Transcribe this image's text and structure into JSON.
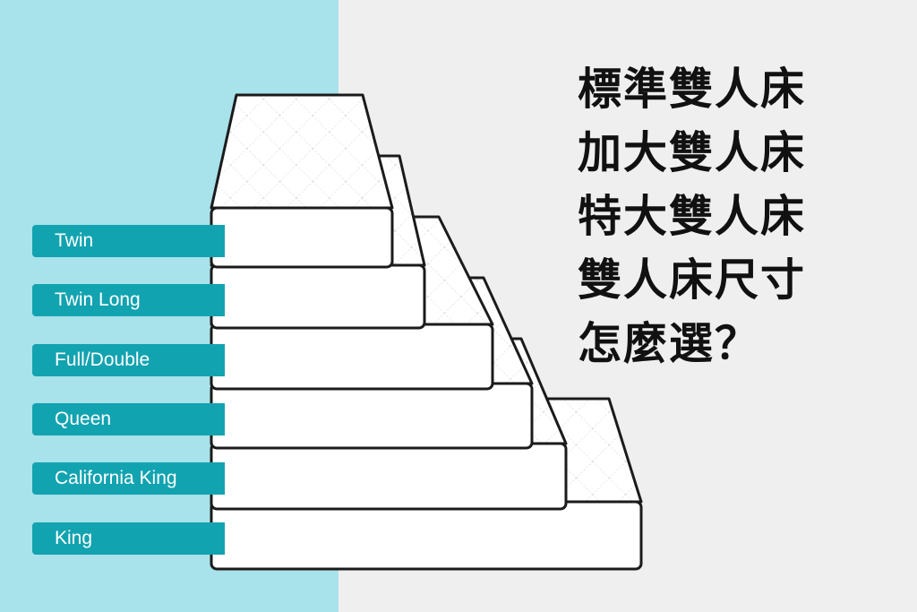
{
  "sizes": [
    {
      "label": "Twin"
    },
    {
      "label": "Twin Long"
    },
    {
      "label": "Full/Double"
    },
    {
      "label": "Queen"
    },
    {
      "label": "California King"
    },
    {
      "label": "King"
    }
  ],
  "headline": {
    "lines": [
      "標準雙人床",
      "加大雙人床",
      "特大雙人床",
      "雙人床尺寸",
      "怎麼選？"
    ]
  },
  "colors": {
    "left_panel": "#a8e2ea",
    "right_panel": "#efefef",
    "label_band": "#12a3b0",
    "mattress_fill": "#ffffff",
    "outline": "#1b1b1b"
  }
}
